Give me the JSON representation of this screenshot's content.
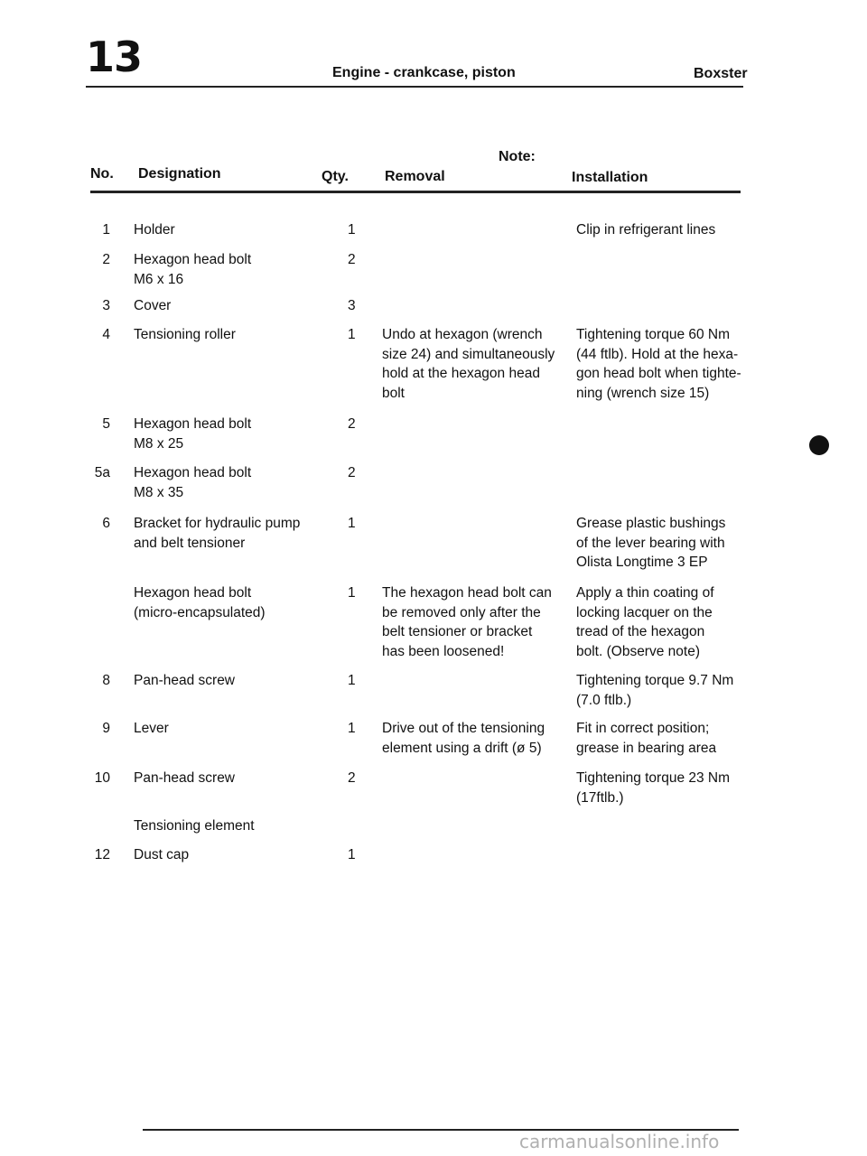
{
  "header": {
    "chapter": "13",
    "title": "Engine - crankcase, piston",
    "model": "Boxster"
  },
  "table": {
    "columns": {
      "no": "No.",
      "designation": "Designation",
      "qty": "Qty.",
      "note": "Note:",
      "removal": "Removal",
      "installation": "Installation"
    },
    "rows": [
      {
        "no": "1",
        "designation": "Holder",
        "qty": "1",
        "removal": "",
        "installation": "Clip in refrigerant lines"
      },
      {
        "no": "2",
        "designation": "Hexagon head bolt\nM6 x 16",
        "qty": "2",
        "removal": "",
        "installation": ""
      },
      {
        "no": "3",
        "designation": "Cover",
        "qty": "3",
        "removal": "",
        "installation": ""
      },
      {
        "no": "4",
        "designation": "Tensioning roller",
        "qty": "1",
        "removal": "Undo at hexagon (wrench\nsize 24) and simultaneously\nhold at the hexagon head\nbolt",
        "installation": "Tightening torque 60 Nm\n(44 ftlb). Hold at the hexa-\ngon head bolt when tighte-\nning (wrench size 15)"
      },
      {
        "no": "5",
        "designation": "Hexagon head bolt\nM8 x 25",
        "qty": "2",
        "removal": "",
        "installation": ""
      },
      {
        "no": "5a",
        "designation": "Hexagon head bolt\nM8 x 35",
        "qty": "2",
        "removal": "",
        "installation": ""
      },
      {
        "no": "6",
        "designation": "Bracket for hydraulic pump\nand belt tensioner",
        "qty": "1",
        "removal": "",
        "installation": "Grease plastic bushings\nof the lever bearing with\nOlista Longtime 3 EP"
      },
      {
        "no": "",
        "designation": "Hexagon head bolt\n(micro-encapsulated)",
        "qty": "1",
        "removal": "The hexagon head bolt can\nbe removed only after the\nbelt tensioner or bracket\nhas been loosened!",
        "installation": "Apply a thin coating of\nlocking lacquer on the\ntread of the hexagon\nbolt. (Observe note)"
      },
      {
        "no": "8",
        "designation": "Pan-head screw",
        "qty": "1",
        "removal": "",
        "installation": "Tightening torque 9.7 Nm\n(7.0 ftlb.)"
      },
      {
        "no": "9",
        "designation": "Lever",
        "qty": "1",
        "removal": "Drive out of the tensioning\nelement using a drift (ø 5)",
        "installation": "Fit in correct position;\ngrease in bearing area"
      },
      {
        "no": "10",
        "designation": "Pan-head screw",
        "qty": "2",
        "removal": "",
        "installation": "Tightening torque 23 Nm\n(17ftlb.)"
      },
      {
        "no": "",
        "designation": "Tensioning element",
        "qty": "",
        "removal": "",
        "installation": ""
      },
      {
        "no": "12",
        "designation": "Dust cap",
        "qty": "1",
        "removal": "",
        "installation": ""
      }
    ]
  },
  "footer": {
    "watermark": "carmanualsonline.info"
  }
}
